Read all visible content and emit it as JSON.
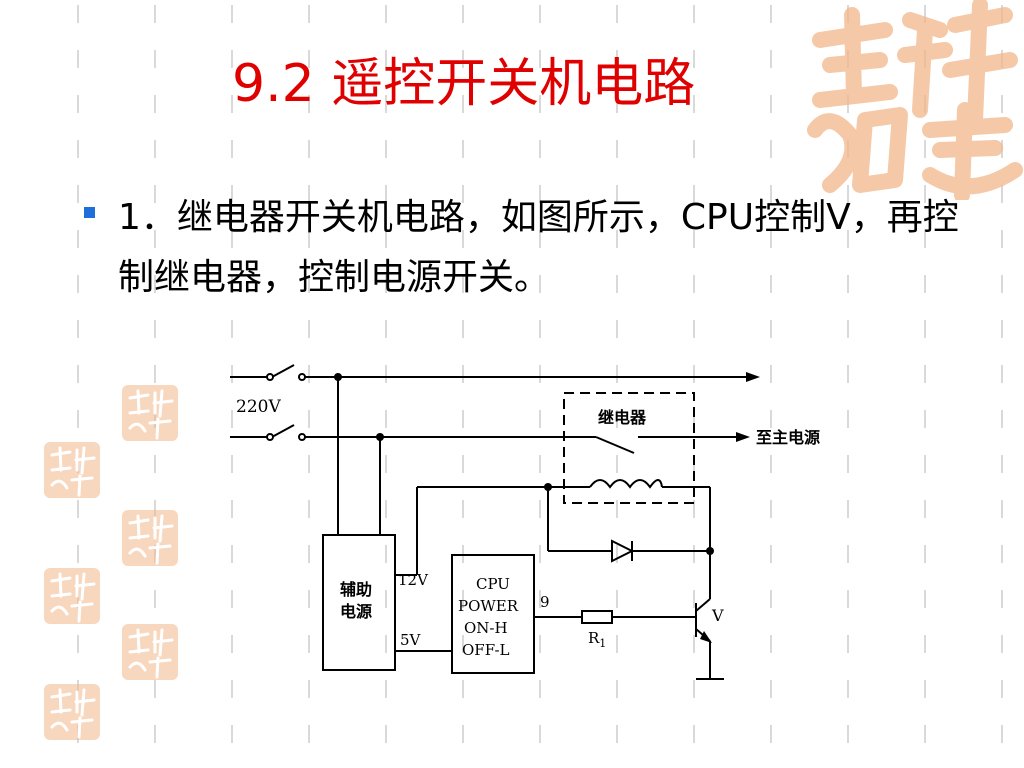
{
  "slide": {
    "title": "9.2  遥控开关机电路",
    "bullet_text": "1．继电器开关机电路，如图所示，CPU控制V，再控制继电器，控制电源开关。"
  },
  "diagram": {
    "voltage_label": "220V",
    "relay_label": "继电器",
    "output_label": "至主电源",
    "aux_power_line1": "辅助",
    "aux_power_line2": "电源",
    "v12_label": "12V",
    "v5_label": "5V",
    "cpu_line1": "CPU",
    "cpu_line2": "POWER",
    "cpu_line3": "ON-H",
    "cpu_line4": "OFF-L",
    "pin_label": "9",
    "resistor_label": "R",
    "resistor_sub": "1",
    "transistor_label": "V"
  },
  "decor": {
    "seal_color": "#f2b78a",
    "title_color": "#e00000",
    "bullet_color": "#1e6fd9",
    "grid_color": "#d9d9d9"
  }
}
